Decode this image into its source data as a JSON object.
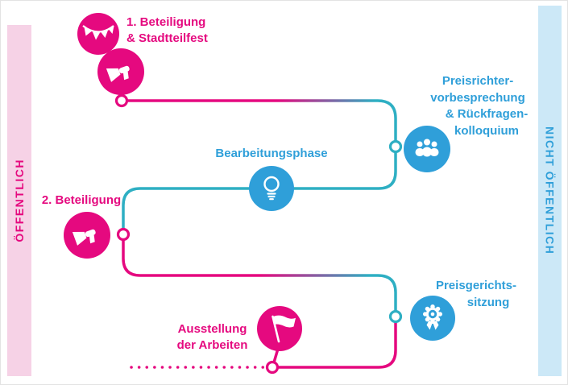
{
  "colors": {
    "pink": "#e5097f",
    "pink_band_bg": "#f6d2e6",
    "blue": "#2f9fd9",
    "blue_band_bg": "#cce8f7",
    "line_teal": "#2eafc3"
  },
  "bands": {
    "left_label": "ÖFFENTLICH",
    "right_label": "NICHT ÖFFENTLICH"
  },
  "steps": {
    "beteiligung1": {
      "line1": "1. Beteiligung",
      "line2": "& Stadtteilfest",
      "icons": "bunting-icon, megaphone-icon",
      "color": "pink"
    },
    "preisrichter": {
      "line1": "Preisrichter-",
      "line2": "vorbesprechung",
      "line3": "& Rückfragen-",
      "line4": "kolloquium",
      "icon": "committee-icon",
      "color": "blue"
    },
    "bearbeitungsphase": {
      "line1": "Bearbeitungsphase",
      "icon": "lightbulb-icon",
      "color": "blue"
    },
    "beteiligung2": {
      "line1": "2. Beteiligung",
      "icon": "megaphone-icon",
      "color": "pink"
    },
    "preisgericht": {
      "line1": "Preisgerichts-",
      "line2": "sitzung",
      "icon": "medal-icon",
      "color": "blue"
    },
    "ausstellung": {
      "line1": "Ausstellung",
      "line2": "der Arbeiten",
      "icon": "flag-icon",
      "color": "pink"
    }
  }
}
